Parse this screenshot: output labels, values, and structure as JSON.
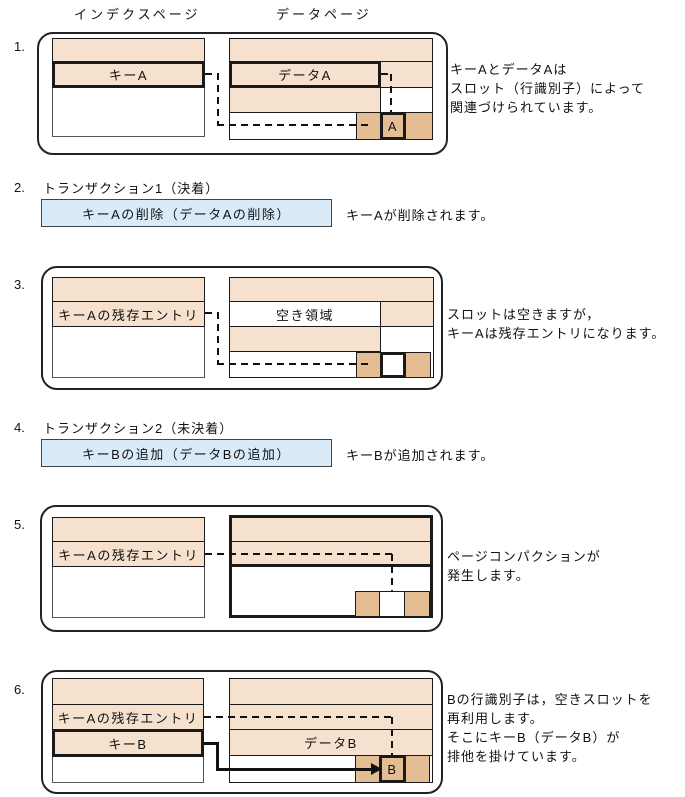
{
  "colors": {
    "peach": "#f5e1cd",
    "tan": "#e5bd95",
    "transaction_blue": "#d9eaf8",
    "line": "#111111"
  },
  "headers": {
    "index_page": "インデクスページ",
    "data_page": "データページ"
  },
  "steps": {
    "s1": {
      "num": "1.",
      "key_a": "キーA",
      "data_a": "データA",
      "slot_a": "A",
      "note": [
        "キーAとデータAは",
        "スロット（行識別子）によって",
        "関連づけられています。"
      ]
    },
    "s2": {
      "num": "2.",
      "label": "トランザクション1（決着）",
      "box": "キーAの削除（データAの削除）",
      "note": [
        "キーAが削除されます。"
      ]
    },
    "s3": {
      "num": "3.",
      "residual": "キーAの残存エントリ",
      "free": "空き領域",
      "note": [
        "スロットは空きますが，",
        "キーAは残存エントリになります。"
      ]
    },
    "s4": {
      "num": "4.",
      "label": "トランザクション2（未決着）",
      "box": "キーBの追加（データBの追加）",
      "note": [
        "キーBが追加されます。"
      ]
    },
    "s5": {
      "num": "5.",
      "residual": "キーAの残存エントリ",
      "note": [
        "ページコンパクションが",
        "発生します。"
      ]
    },
    "s6": {
      "num": "6.",
      "residual": "キーAの残存エントリ",
      "key_b": "キーB",
      "data_b": "データB",
      "slot_b": "B",
      "note": [
        "Bの行識別子は，空きスロットを",
        "再利用します。",
        "そこにキーB（データB）が",
        "排他を掛けています。"
      ]
    }
  }
}
